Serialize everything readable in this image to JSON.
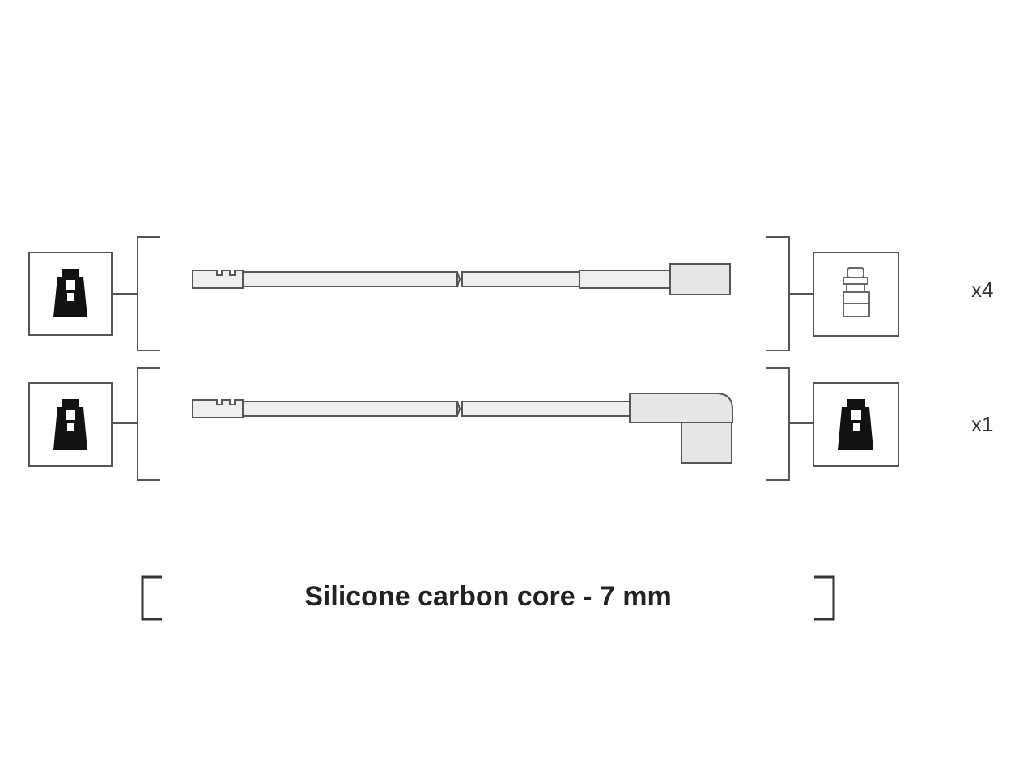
{
  "rows": [
    {
      "quantity": "x4"
    },
    {
      "quantity": "x1"
    }
  ],
  "caption": "Silicone carbon core - 7 mm",
  "colors": {
    "line": "#555555",
    "cable_fill": "#eeeeee",
    "connector_fill": "#e6e6e6",
    "symbol_fill": "#111111"
  }
}
